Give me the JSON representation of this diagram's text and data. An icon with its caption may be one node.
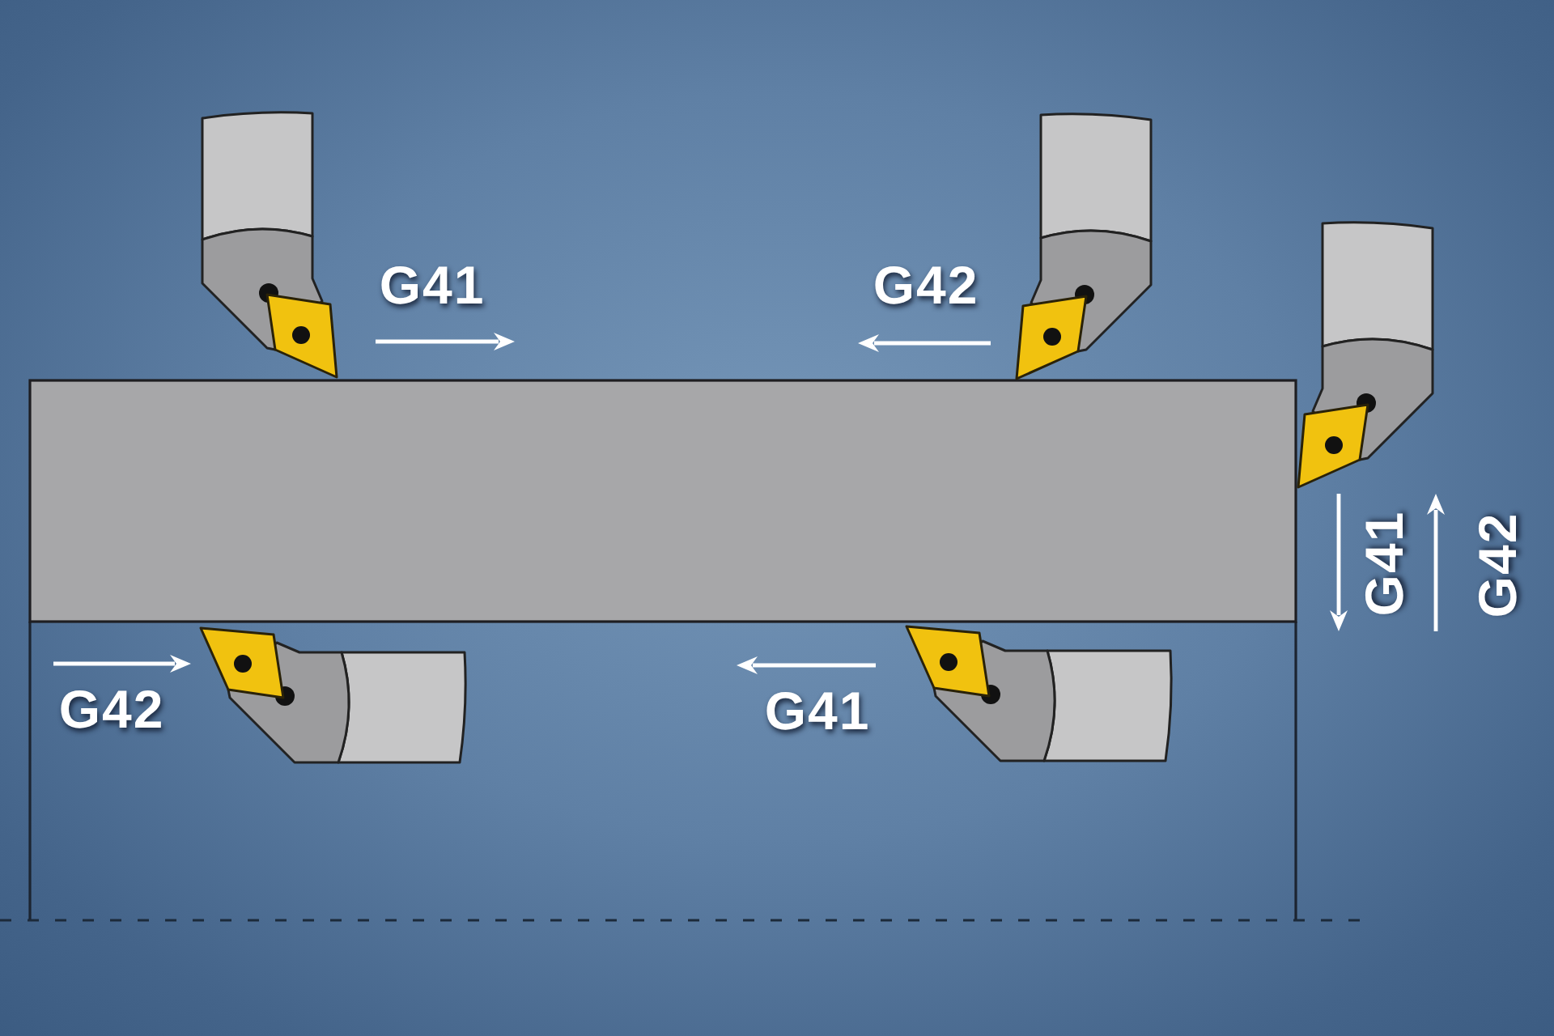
{
  "diagram": {
    "labels": [
      "G41",
      "G42",
      "G41",
      "G42",
      "G42",
      "G41"
    ]
  }
}
